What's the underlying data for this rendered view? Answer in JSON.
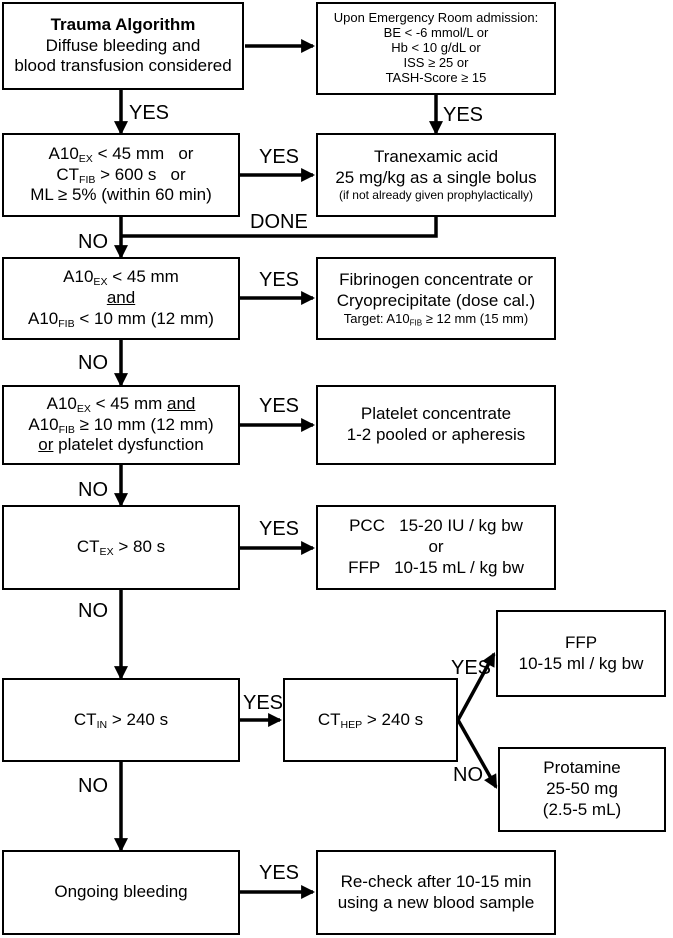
{
  "boxes": {
    "trauma": {
      "title": "Trauma Algorithm",
      "line1": "Diffuse bleeding and",
      "line2": "blood transfusion considered"
    },
    "admission": {
      "line1": "Upon Emergency Room admission:",
      "line2": "BE < -6 mmol/L   or",
      "line3": "Hb < 10 g/dL   or",
      "line4": "ISS ≥ 25   or",
      "line5": "TASH-Score ≥ 15"
    },
    "a10ex": {
      "l1a": "A10",
      "l1sub": "EX",
      "l1b": " < 45 mm   or",
      "l2a": "CT",
      "l2sub": "FIB",
      "l2b": " > 600 s   or",
      "l3": "ML ≥ 5% (within 60 min)"
    },
    "txa": {
      "line1": "Tranexamic acid",
      "line2": "25 mg/kg as a single bolus",
      "line3": "(if not already given prophylactically)"
    },
    "fib_check": {
      "l1a": "A10",
      "l1sub": "EX",
      "l1b": " < 45 mm",
      "l2": "and",
      "l3a": "A10",
      "l3sub": "FIB",
      "l3b": " < 10 mm (12 mm)"
    },
    "fib_tx": {
      "line1": "Fibrinogen concentrate or",
      "line2": "Cryoprecipitate (dose cal.)",
      "l3a": "Target: A10",
      "l3sub": "FIB",
      "l3b": " ≥ 12 mm (15 mm)"
    },
    "plt_check": {
      "l1a": "A10",
      "l1sub": "EX",
      "l1b": " < 45 mm ",
      "l1u": "and",
      "l2a": "A10",
      "l2sub": "FIB",
      "l2b": " ≥ 10 mm (12 mm)",
      "l3u": "or",
      "l3b": " platelet dysfunction"
    },
    "plt_tx": {
      "line1": "Platelet concentrate",
      "line2": "1-2 pooled or apheresis"
    },
    "ctex": {
      "a": "CT",
      "sub": "EX",
      "b": " > 80 s"
    },
    "pcc": {
      "line1": "PCC   15-20 IU / kg bw",
      "line2": "or",
      "line3": "FFP   10-15 mL / kg bw"
    },
    "ctin": {
      "a": "CT",
      "sub": "IN",
      "b": " > 240 s"
    },
    "cthep": {
      "a": "CT",
      "sub": "HEP",
      "b": " > 240 s"
    },
    "ffp": {
      "line1": "FFP",
      "line2": "10-15 ml / kg bw"
    },
    "protamine": {
      "line1": "Protamine",
      "line2": "25-50 mg",
      "line3": "(2.5-5 mL)"
    },
    "bleeding": {
      "line1": "Ongoing bleeding"
    },
    "recheck": {
      "line1": "Re-check after 10-15 min",
      "line2": "using a new blood sample"
    }
  },
  "labels": {
    "yes_1": "YES",
    "yes_2": "YES",
    "yes_3": "YES",
    "done": "DONE",
    "no_1": "NO",
    "yes_4": "YES",
    "no_2": "NO",
    "yes_5": "YES",
    "no_3": "NO",
    "yes_6": "YES",
    "no_4": "NO",
    "yes_7": "YES",
    "yes_8": "YES",
    "no_5": "NO",
    "no_6": "NO",
    "yes_9": "YES"
  }
}
